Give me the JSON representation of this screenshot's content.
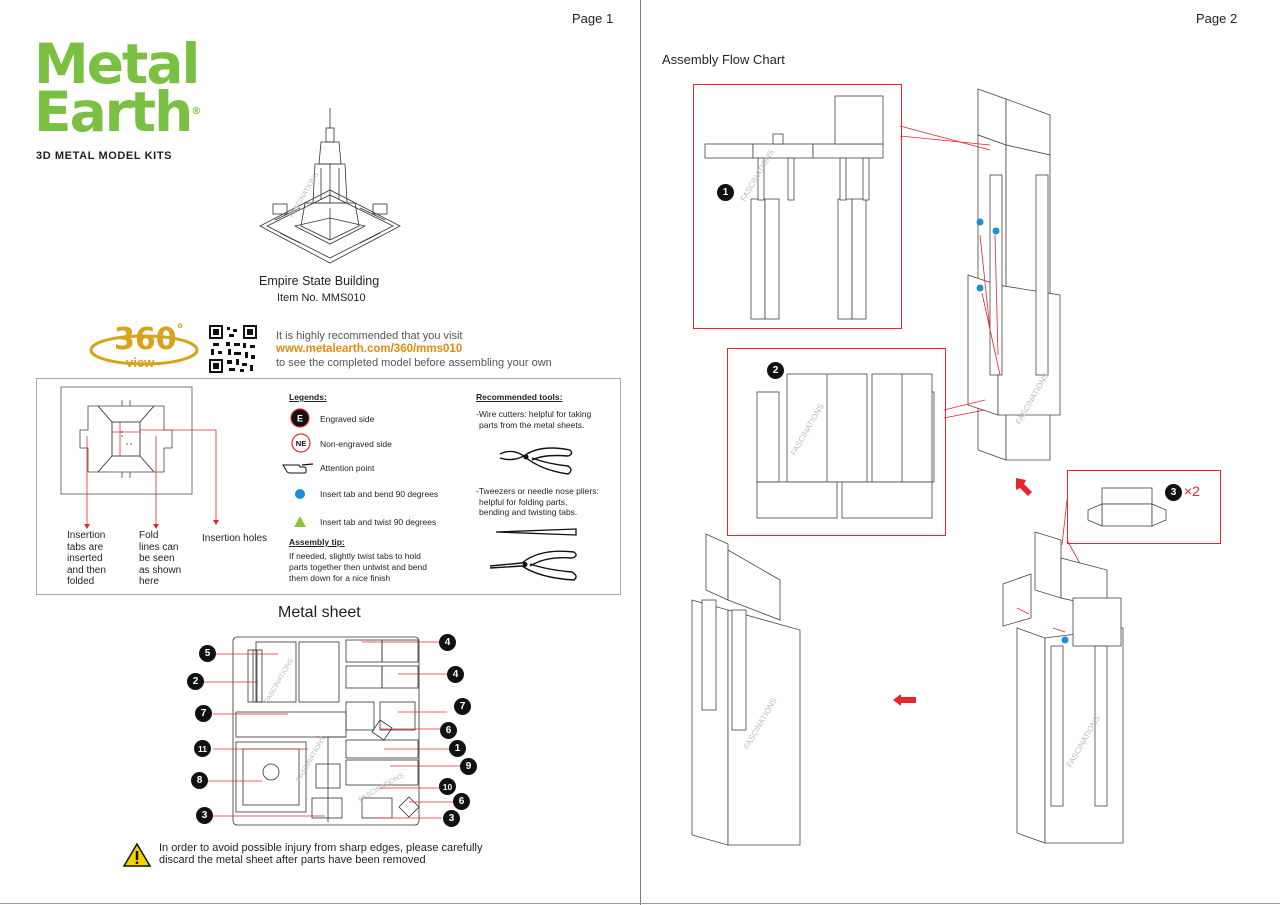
{
  "page1": {
    "page_label": "Page 1",
    "logo": {
      "line1": "Metal",
      "line2": "Earth",
      "reg": "®",
      "tagline": "3D METAL MODEL KITS",
      "color": "#7ac143"
    },
    "model": {
      "name": "Empire State Building",
      "item": "Item No. MMS010"
    },
    "badge_360": {
      "number": "360",
      "degree": "°",
      "word": "view"
    },
    "visit": {
      "line1": "It is highly recommended that you visit",
      "url": "www.metalearth.com/360/mms010",
      "line3": "to see the completed model before assembling your own"
    },
    "diagram_labels": {
      "insertion_tabs": [
        "Insertion",
        "tabs are",
        "inserted",
        "and then",
        "folded"
      ],
      "fold_lines": [
        "Fold",
        "lines can",
        "be seen",
        "as shown",
        "here"
      ],
      "insertion_holes": "Insertion holes"
    },
    "legends": {
      "title": "Legends:",
      "items": [
        {
          "icon": "E",
          "text": "Engraved side"
        },
        {
          "icon": "NE",
          "text": "Non-engraved side"
        },
        {
          "icon": "hand",
          "text": "Attention point"
        },
        {
          "icon": "dot",
          "text": "Insert tab and bend 90 degrees"
        },
        {
          "icon": "triangle",
          "text": "Insert tab and twist 90 degrees"
        }
      ],
      "tip_title": "Assembly tip:",
      "tip_lines": [
        "If needed, slightly twist tabs to hold",
        "parts together then untwist and bend",
        "them down for a nice finish"
      ]
    },
    "tools": {
      "title": "Recommended tools:",
      "cutters": [
        "-Wire cutters: helpful for taking",
        "parts from the metal sheets."
      ],
      "tweezers": [
        "-Tweezers or needle nose pliers:",
        "helpful for folding parts,",
        "bending and twisting tabs."
      ]
    },
    "metal_sheet": {
      "title": "Metal sheet",
      "callouts_left": [
        "5",
        "2",
        "7",
        "11",
        "8",
        "3"
      ],
      "callouts_right": [
        "4",
        "4",
        "7",
        "6",
        "1",
        "9",
        "10",
        "6",
        "3"
      ]
    },
    "warning": {
      "line1": "In order to avoid possible injury from sharp edges, please carefully",
      "line2": "discard the metal sheet after parts have been removed"
    },
    "watermark": "FASCINATIONS"
  },
  "page2": {
    "page_label": "Page 2",
    "title": "Assembly Flow Chart",
    "steps": [
      {
        "number": "1"
      },
      {
        "number": "2"
      },
      {
        "number": "3",
        "multiplier": "×2"
      }
    ],
    "watermark": "FASCINATIONS",
    "colors": {
      "red": "#e5262f",
      "blue": "#1c8fd8",
      "green": "#8cc63f"
    }
  }
}
